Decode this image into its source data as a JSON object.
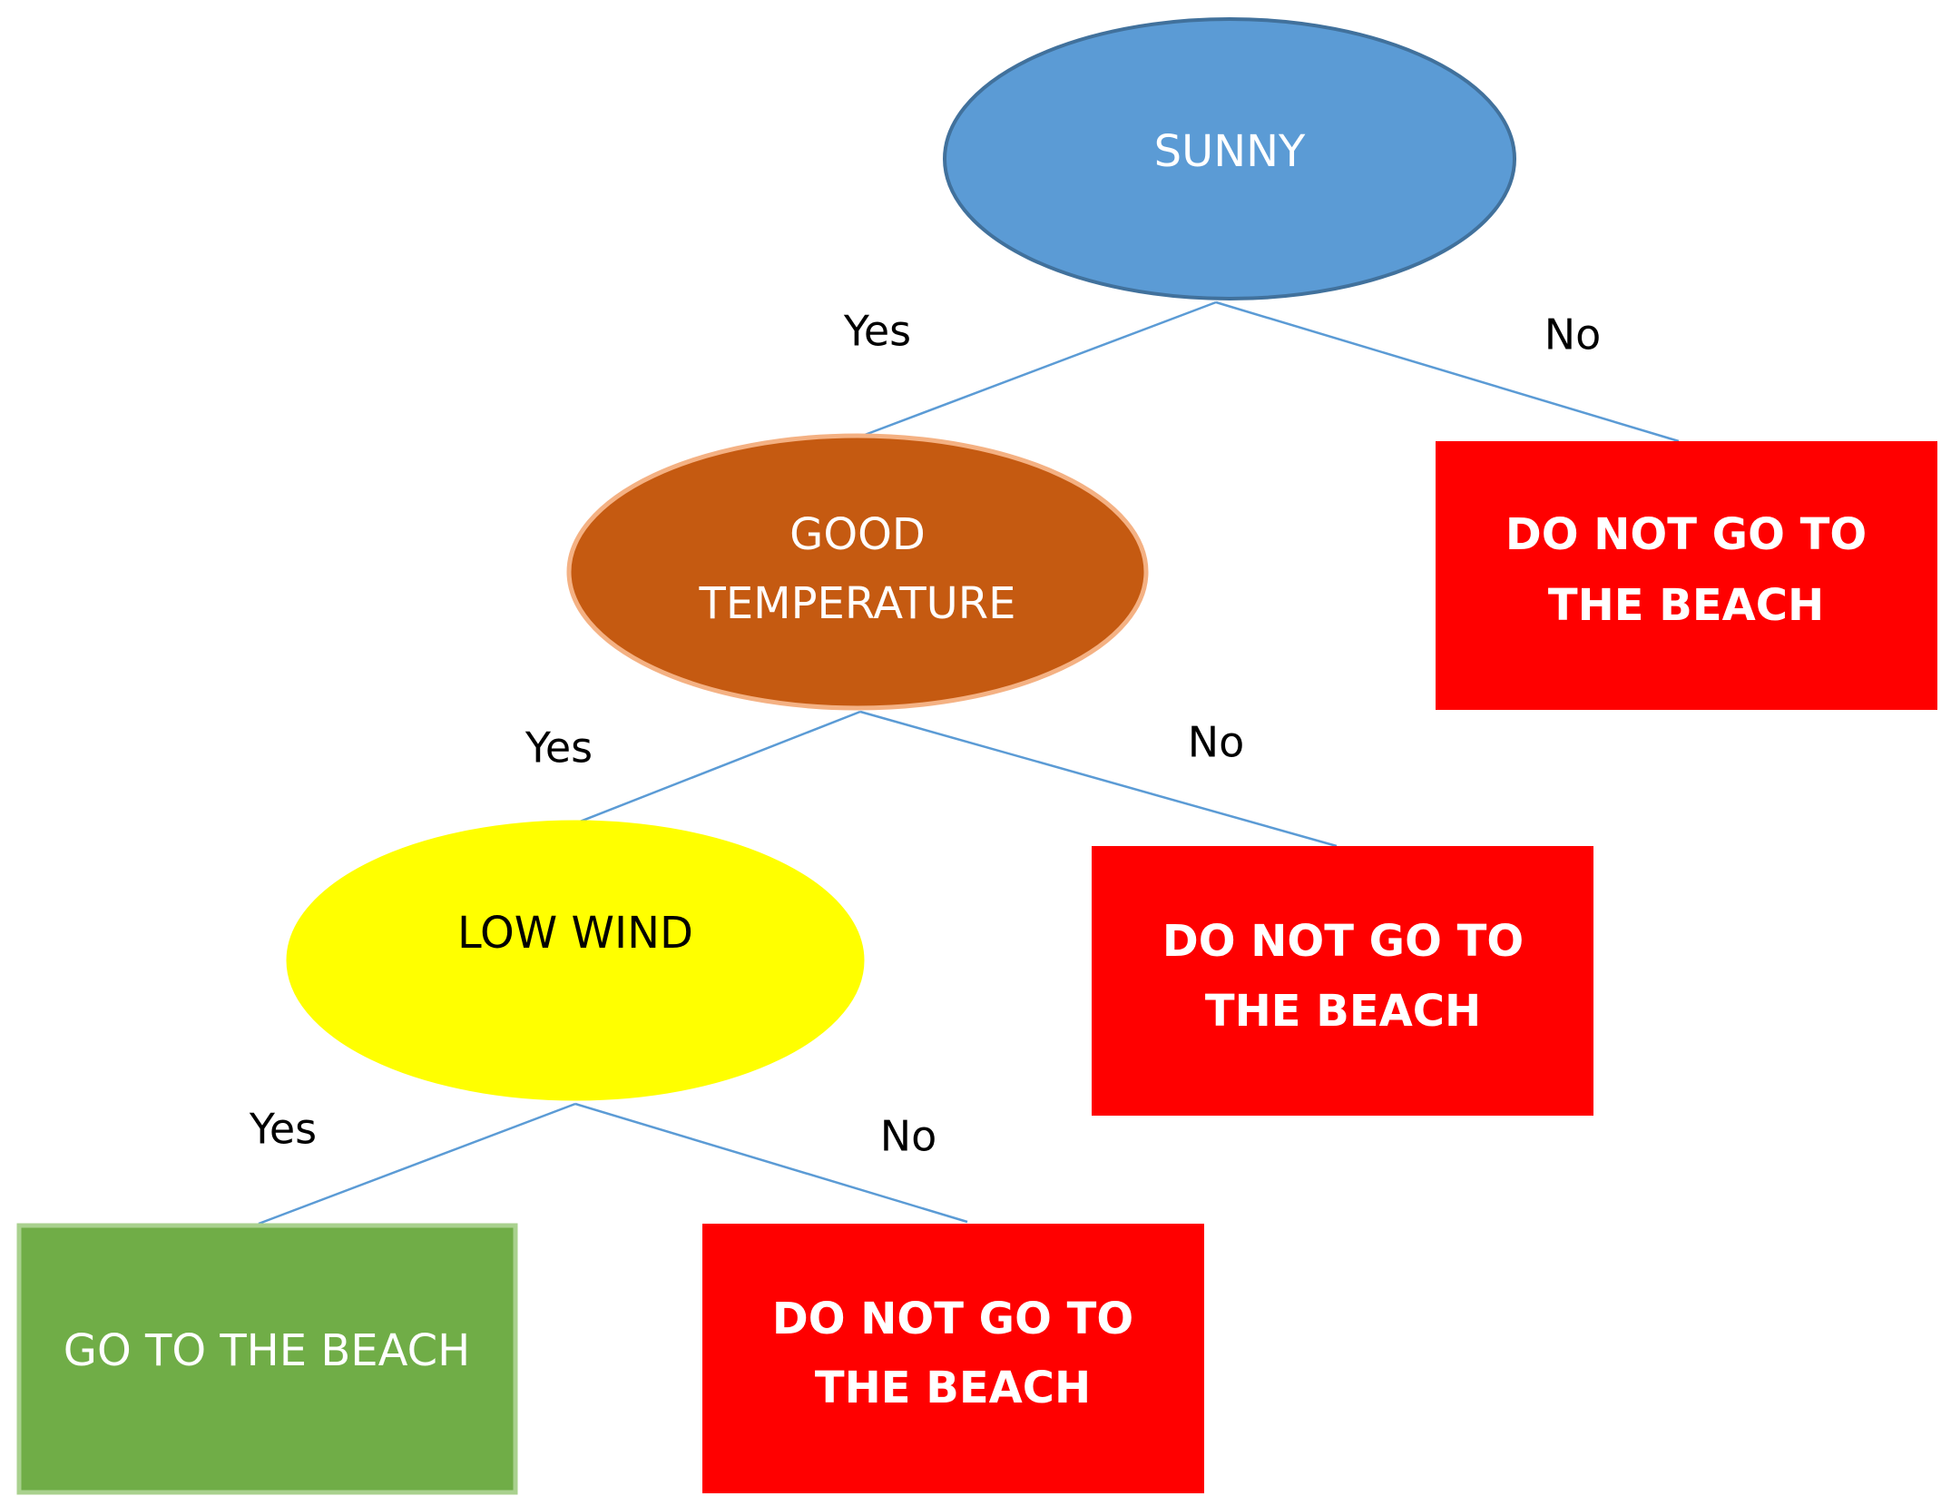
{
  "colors": {
    "edge": "#5b9bd5",
    "sunny_fill": "#5b9bd5",
    "sunny_stroke": "#41719c",
    "temp_fill": "#c55a11",
    "temp_stroke": "#f4b183",
    "wind_fill": "#ffff00",
    "go_fill": "#70ad47",
    "go_stroke": "#a9d18e",
    "stop_fill": "#ff0000",
    "text_light": "#ffffff",
    "text_dark": "#000000"
  },
  "nodes": {
    "sunny": {
      "label": "SUNNY",
      "shape": "ellipse"
    },
    "good_temperature": {
      "label_line1": "GOOD",
      "label_line2": "TEMPERATURE",
      "shape": "ellipse"
    },
    "low_wind": {
      "label": "LOW WIND",
      "shape": "ellipse"
    },
    "go_beach": {
      "label": "GO TO THE BEACH",
      "shape": "rectangle"
    },
    "no_beach_1": {
      "label_line1": "DO NOT GO TO",
      "label_line2": "THE BEACH",
      "shape": "rectangle"
    },
    "no_beach_2": {
      "label_line1": "DO NOT GO TO",
      "label_line2": "THE BEACH",
      "shape": "rectangle"
    },
    "no_beach_3": {
      "label_line1": "DO NOT GO TO",
      "label_line2": "THE BEACH",
      "shape": "rectangle"
    }
  },
  "edges": {
    "sunny_yes": "Yes",
    "sunny_no": "No",
    "temp_yes": "Yes",
    "temp_no": "No",
    "wind_yes": "Yes",
    "wind_no": "No"
  }
}
